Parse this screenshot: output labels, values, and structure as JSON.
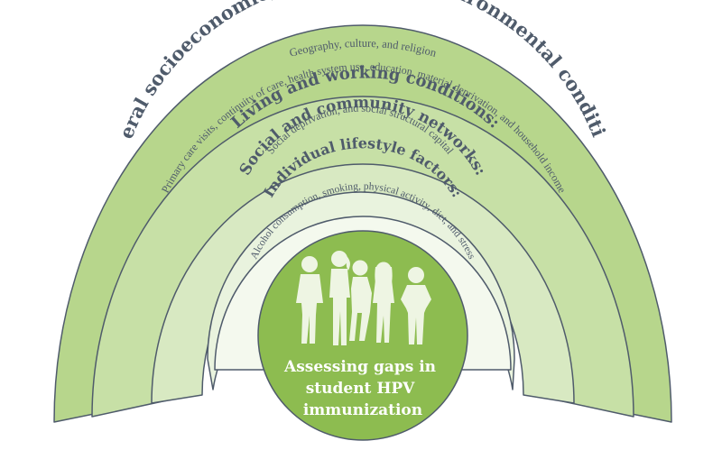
{
  "colors": {
    "band_outer": "#b7d68c",
    "band_2": "#c7e0a6",
    "band_3": "#d8e9c2",
    "band_4": "#e9f3de",
    "band_5": "#f4f9ee",
    "center": "#8dbc50",
    "stroke": "#4f5b6b",
    "text": "#4f5b6b",
    "figures": "#eef5e3"
  },
  "bands": [
    {
      "title": "General socioeconomic, cultural, and environmental conditions:",
      "subtitle": "Geography, culture, and religion"
    },
    {
      "title": "Living and working conditions:",
      "subtitle": "Primary care visits, continuity of care, health system use, education, material deprivation, and household income"
    },
    {
      "title": "Social and community networks:",
      "subtitle": "Social deprivation, and social structural capital"
    },
    {
      "title": "Individual lifestyle factors:",
      "subtitle": "Alcohol consumption, smoking, physical activity, diet, and stress"
    }
  ],
  "center": {
    "lines": [
      "Assessing gaps in",
      "student HPV",
      "immunization"
    ],
    "icon": "students-silhouette-icon"
  }
}
